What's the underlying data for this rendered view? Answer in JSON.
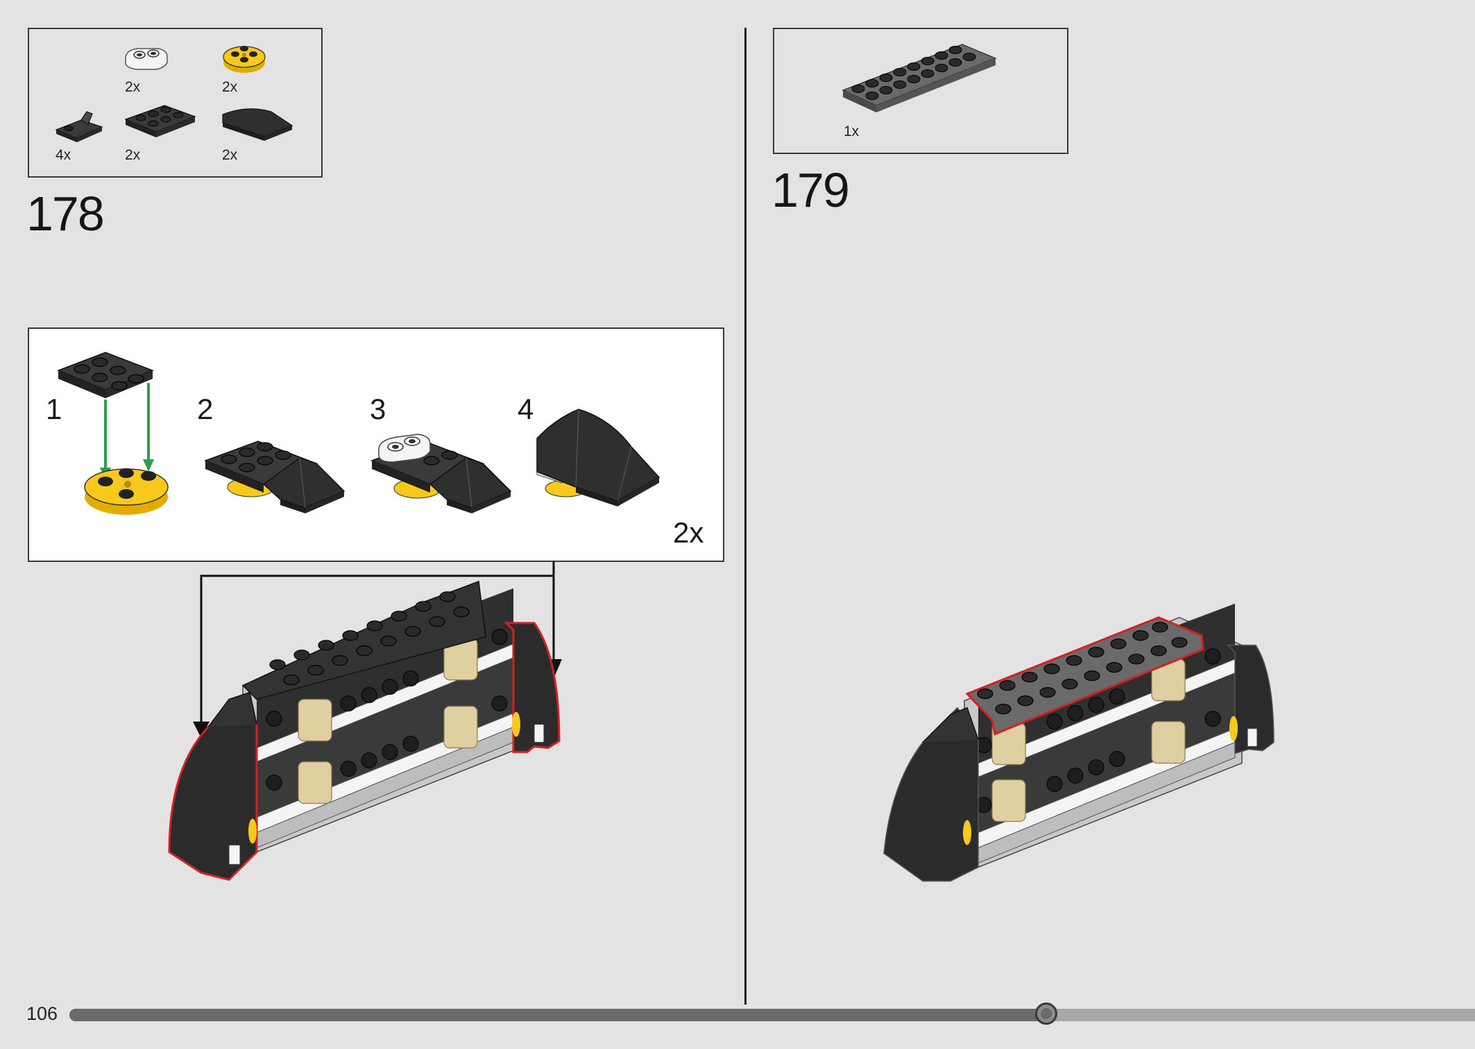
{
  "page": {
    "number": "106",
    "progress_percent": 69.5
  },
  "steps": [
    {
      "number": "178",
      "parts": [
        {
          "icon": "white-double-jumper-plate-icon",
          "qty": "2x"
        },
        {
          "icon": "yellow-round-plate-icon",
          "qty": "2x"
        },
        {
          "icon": "dark-bracket-icon",
          "qty": "4x"
        },
        {
          "icon": "dark-2x3-plate-icon",
          "qty": "2x"
        },
        {
          "icon": "dark-curved-slope-icon",
          "qty": "2x"
        }
      ],
      "substeps": [
        "1",
        "2",
        "3",
        "4"
      ],
      "substep_multiplier": "2x"
    },
    {
      "number": "179",
      "parts": [
        {
          "icon": "dark-gray-2x8-plate-icon",
          "qty": "1x"
        }
      ]
    }
  ],
  "colors": {
    "background": "#e3e3e3",
    "highlight_outline": "#d42020",
    "arrow_green": "#2e9e4a",
    "brick_black": "#2b2b2b",
    "brick_dark_gray": "#5f5f5f",
    "brick_yellow": "#f5c518",
    "brick_tan": "#e0cfa0",
    "progress_filled": "#6a6a6a",
    "progress_empty": "#a7a7a7"
  }
}
